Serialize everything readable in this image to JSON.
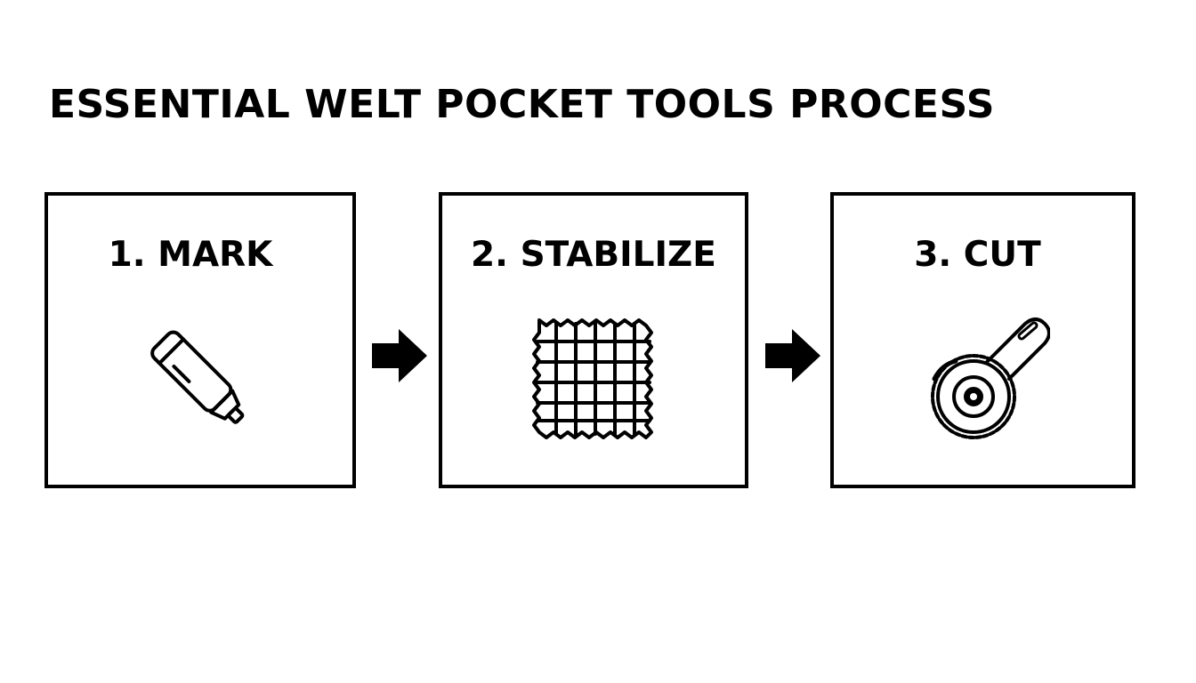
{
  "title": "ESSENTIAL WELT POCKET TOOLS PROCESS",
  "steps": [
    {
      "label": "1. MARK",
      "icon": "marker-icon"
    },
    {
      "label": "2. STABILIZE",
      "icon": "interfacing-fabric-icon"
    },
    {
      "label": "3. CUT",
      "icon": "rotary-cutter-icon"
    }
  ],
  "connectors": [
    "arrow-right-icon",
    "arrow-right-icon"
  ],
  "colors": {
    "stroke": "#000000",
    "background": "#ffffff"
  }
}
